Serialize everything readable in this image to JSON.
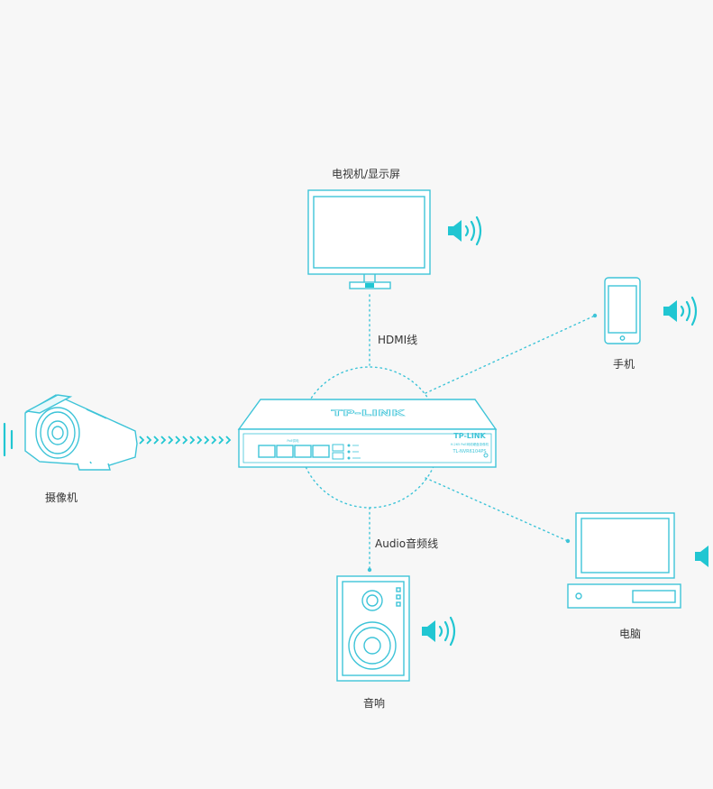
{
  "labels": {
    "tv": "电视机/显示屏",
    "phone": "手机",
    "camera": "摄像机",
    "computer": "电脑",
    "speaker": "音响",
    "hdmi": "HDMI线",
    "audio": "Audio音频线"
  },
  "device": {
    "brand": "TP-LINK",
    "brand_front": "TP-LINK",
    "model": "TL-NVR6104PS",
    "subtitle": "H.265 PoE网络硬盘录像机",
    "port_group_label": "PoE供电"
  },
  "colors": {
    "line": "#3ec4d8",
    "accent": "#21c6d2",
    "background": "#f7f7f7"
  },
  "icons": [
    "tv-icon",
    "phone-icon",
    "camera-icon",
    "computer-icon",
    "speaker-icon",
    "sound-wave-icon",
    "nvr-device-icon"
  ]
}
